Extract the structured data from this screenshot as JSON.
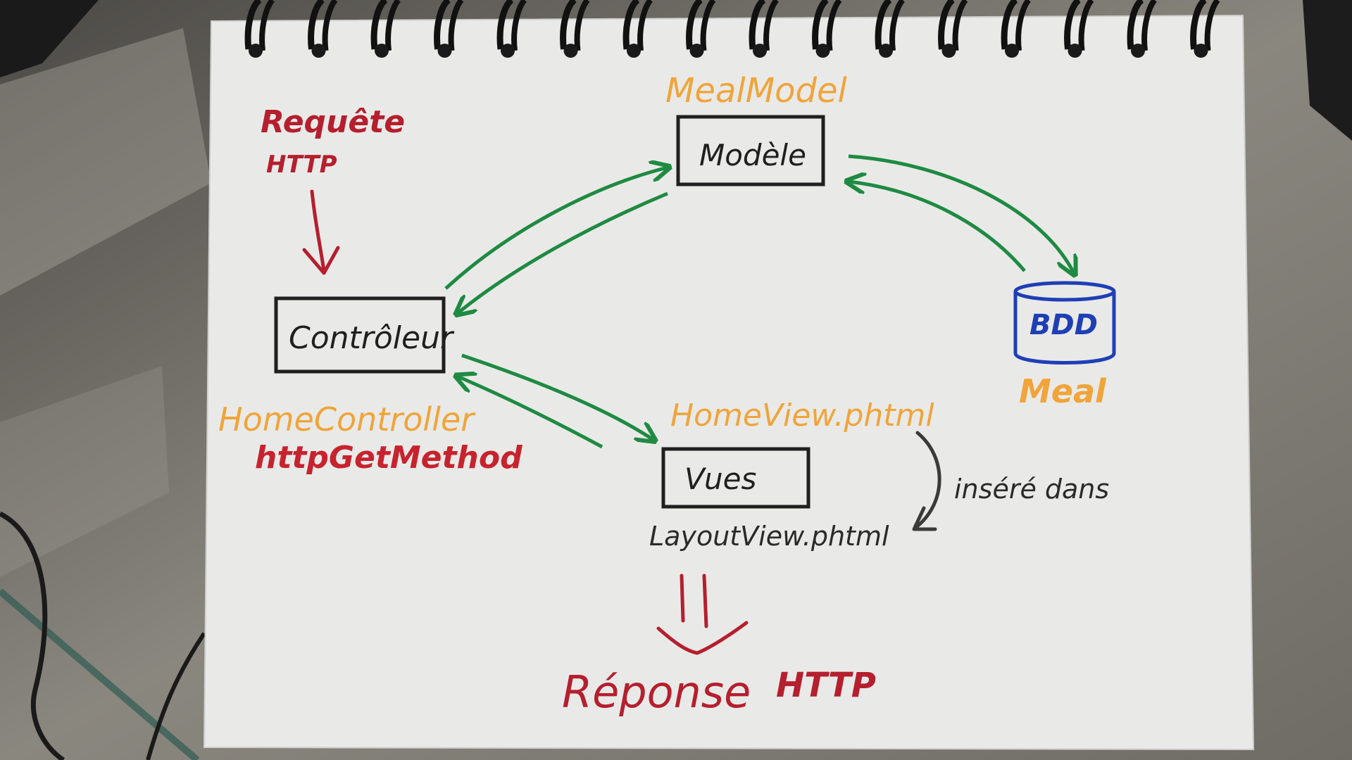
{
  "colors": {
    "paper": "#e9eae8",
    "ink_black": "#1f1f1f",
    "ink_green": "#1f8a42",
    "ink_red": "#b51f2e",
    "ink_orange": "#f0a43a",
    "ink_blue": "#1f3fb5",
    "ink_gray": "#3a3a3a",
    "spiral": "#111111"
  },
  "diagram": {
    "request_label": "Requête",
    "request_protocol": "HTTP",
    "model_class": "MealModel",
    "model_box": "Modèle",
    "controller_box": "Contrôleur",
    "controller_class": "HomeController",
    "controller_method": "httpGetMethod",
    "view_file": "HomeView.phtml",
    "views_box": "Vues",
    "layout_file": "LayoutView.phtml",
    "inserted_in": "inséré dans",
    "db_label": "BDD",
    "db_table": "Meal",
    "response_label": "Réponse",
    "response_protocol": "HTTP"
  }
}
